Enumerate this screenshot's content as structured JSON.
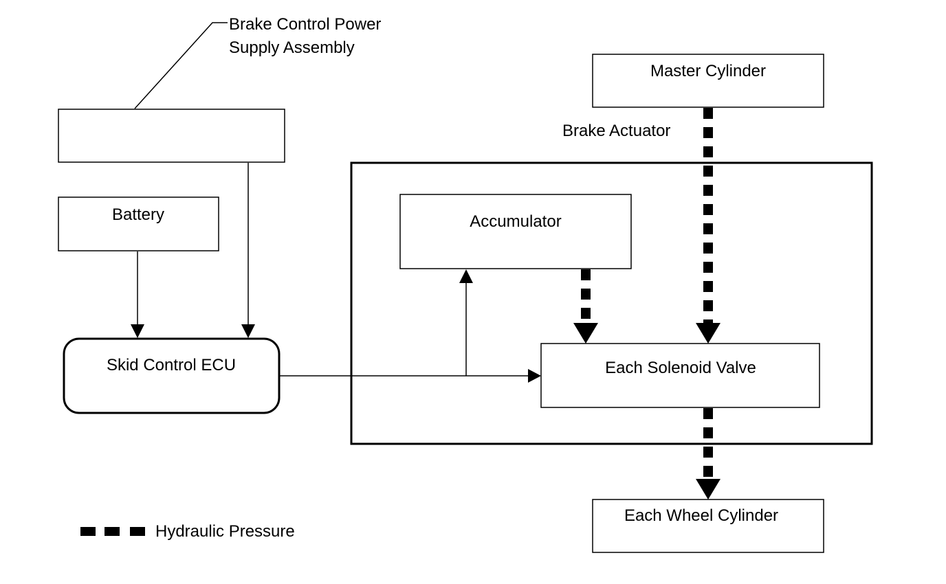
{
  "labels": {
    "power_supply_callout_line1": "Brake Control Power",
    "power_supply_callout_line2": "Supply Assembly",
    "master_cylinder": "Master Cylinder",
    "brake_actuator": "Brake Actuator",
    "battery": "Battery",
    "accumulator": "Accumulator",
    "skid_control_ecu": "Skid Control ECU",
    "each_solenoid_valve": "Each Solenoid Valve",
    "each_wheel_cylinder": "Each Wheel Cylinder"
  },
  "legend": {
    "hydraulic_pressure": "Hydraulic Pressure"
  },
  "colors": {
    "line": "#000000",
    "background": "#ffffff"
  }
}
